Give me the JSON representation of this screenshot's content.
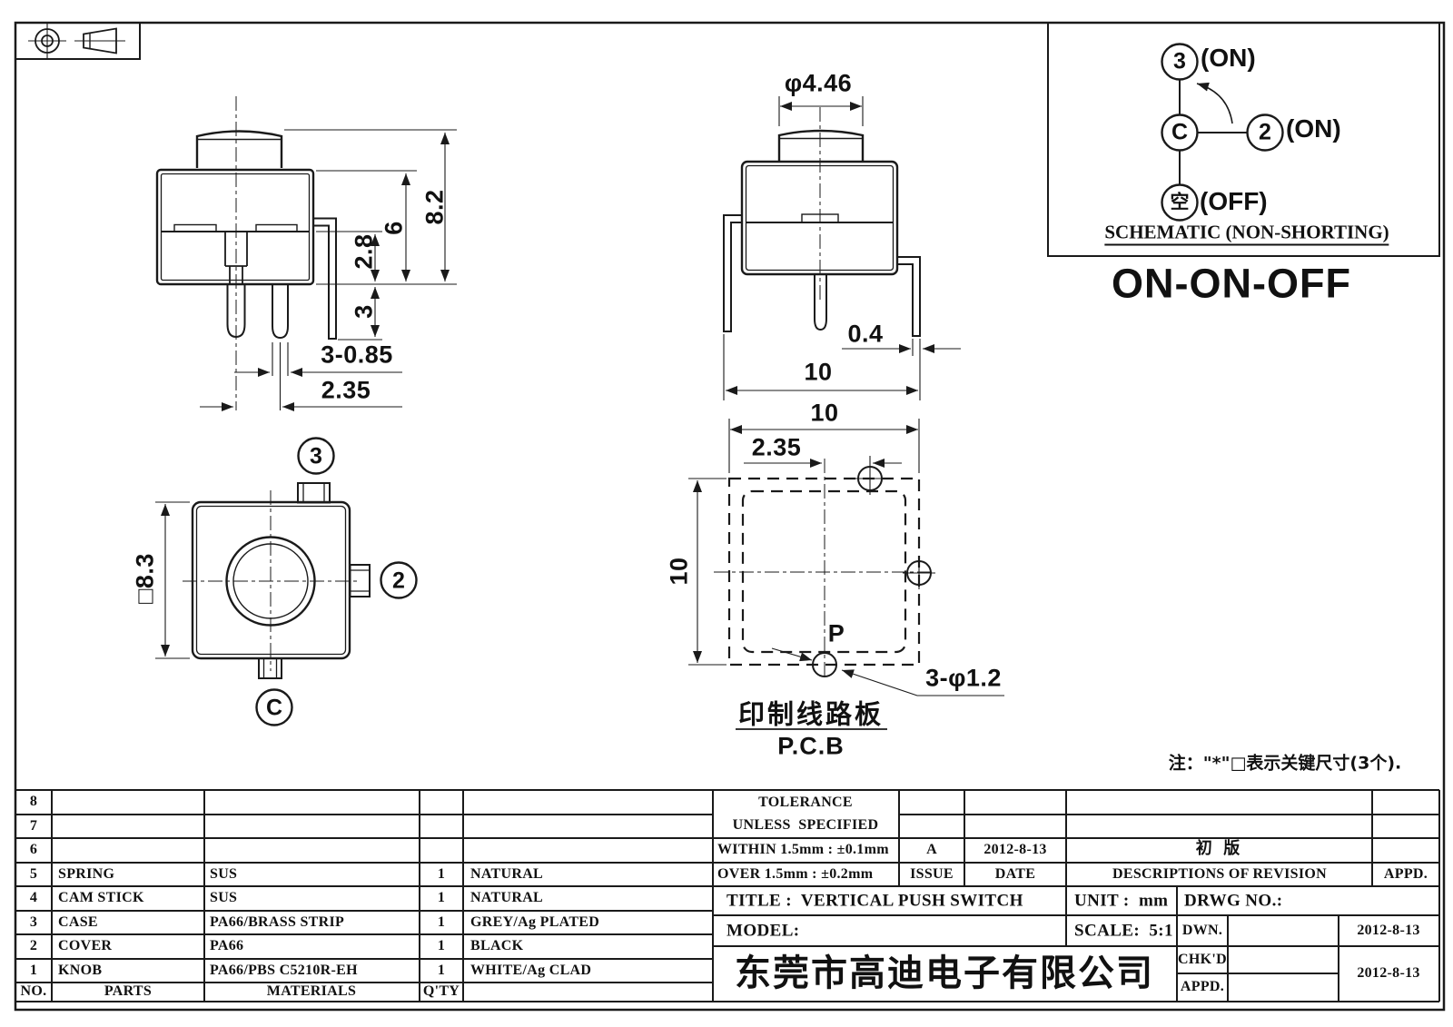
{
  "views": {
    "front": {
      "dim_total_height": "8.2",
      "dim_case_height": "6",
      "dim_mid": "2.8",
      "dim_pin_len": "3",
      "dim_pin_width": "3-0.85",
      "dim_pin_pitch": "2.35"
    },
    "side": {
      "dim_knob_dia": "φ4.46",
      "dim_pin_thick": "0.4",
      "dim_span": "10"
    },
    "top": {
      "dim_body": "□8.3",
      "pin3": "3",
      "pin2": "2",
      "common": "C"
    },
    "pcb": {
      "dim_width": "10",
      "dim_pitch": "2.35",
      "dim_height": "10",
      "dim_holes": "3-φ1.2",
      "label_p": "P",
      "board_cn": "印制线路板",
      "board_en": "P.C.B"
    }
  },
  "schematic": {
    "pin3": "3",
    "pin3_state": "(ON)",
    "common": "C",
    "pin2": "2",
    "pin2_state": "(ON)",
    "off_pin": "空",
    "off_state": "(OFF)",
    "caption": "SCHEMATIC (NON-SHORTING)",
    "function_label": "ON-ON-OFF"
  },
  "note": "注：\"*\"□表示关键尺寸(3个).",
  "parts_table": {
    "header": {
      "no": "NO.",
      "parts": "PARTS",
      "materials": "MATERIALS",
      "qty": "Q'TY"
    },
    "rows": [
      {
        "no": "8",
        "parts": "",
        "materials": "",
        "qty": "",
        "finish": ""
      },
      {
        "no": "7",
        "parts": "",
        "materials": "",
        "qty": "",
        "finish": ""
      },
      {
        "no": "6",
        "parts": "",
        "materials": "",
        "qty": "",
        "finish": ""
      },
      {
        "no": "5",
        "parts": "SPRING",
        "materials": "SUS",
        "qty": "1",
        "finish": "NATURAL"
      },
      {
        "no": "4",
        "parts": "CAM STICK",
        "materials": "SUS",
        "qty": "1",
        "finish": "NATURAL"
      },
      {
        "no": "3",
        "parts": "CASE",
        "materials": "PA66/BRASS STRIP",
        "qty": "1",
        "finish": "GREY/Ag PLATED"
      },
      {
        "no": "2",
        "parts": "COVER",
        "materials": "PA66",
        "qty": "1",
        "finish": "BLACK"
      },
      {
        "no": "1",
        "parts": "KNOB",
        "materials": "PA66/PBS C5210R-EH",
        "qty": "1",
        "finish": "WHITE/Ag CLAD"
      }
    ]
  },
  "title_block": {
    "tolerance_title": "TOLERANCE",
    "tolerance_sub": "UNLESS  SPECIFIED",
    "within": "WITHIN 1.5mm : ±0.1mm",
    "over": "OVER 1.5mm : ±0.2mm",
    "issue_value": "A",
    "issue_label": "ISSUE",
    "date_value": "2012-8-13",
    "date_label": "DATE",
    "revision_desc": "初  版",
    "revision_label": "DESCRIPTIONS OF REVISION",
    "appd_label": "APPD.",
    "title": "TITLE :  VERTICAL PUSH SWITCH",
    "unit": "UNIT :  mm",
    "drwg_no": "DRWG NO.:",
    "model": "MODEL:",
    "scale": "SCALE:  5:1",
    "dwn_label": "DWN.",
    "chkd_label": "CHK'D",
    "appd_sign_label": "APPD.",
    "dwn_date": "2012-8-13",
    "chkd_date": "2012-8-13",
    "company": "东莞市高迪电子有限公司"
  }
}
